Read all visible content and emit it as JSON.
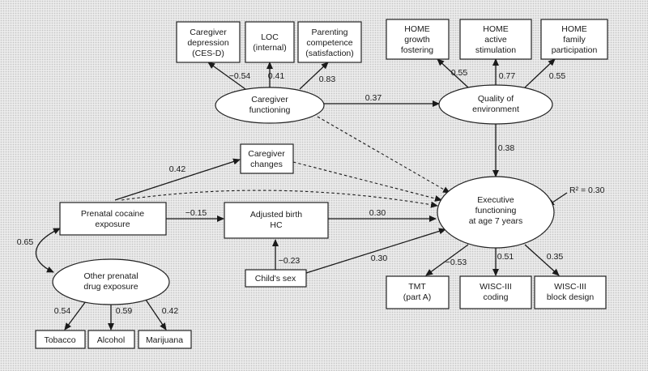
{
  "nodes": {
    "cg_depression": [
      "Caregiver",
      "depression",
      "(CES-D)"
    ],
    "loc": [
      "LOC",
      "(internal)"
    ],
    "parenting_competence": [
      "Parenting",
      "competence",
      "(satisfaction)"
    ],
    "home_growth": [
      "HOME",
      "growth",
      "fostering"
    ],
    "home_active": [
      "HOME",
      "active",
      "stimulation"
    ],
    "home_family": [
      "HOME",
      "family",
      "participation"
    ],
    "caregiver_functioning": [
      "Caregiver",
      "functioning"
    ],
    "quality_environment": [
      "Quality of",
      "environment"
    ],
    "caregiver_changes": [
      "Caregiver",
      "changes"
    ],
    "prenatal_cocaine": [
      "Prenatal cocaine",
      "exposure"
    ],
    "adjusted_birth_hc": [
      "Adjusted birth",
      "HC"
    ],
    "executive_functioning": [
      "Executive",
      "functioning",
      "at age 7 years"
    ],
    "other_prenatal": [
      "Other prenatal",
      "drug exposure"
    ],
    "childs_sex": [
      "Child's sex"
    ],
    "tmt": [
      "TMT",
      "(part A)"
    ],
    "wisc_coding": [
      "WISC-III",
      "coding"
    ],
    "wisc_block": [
      "WISC-III",
      "block design"
    ],
    "tobacco": [
      "Tobacco"
    ],
    "alcohol": [
      "Alcohol"
    ],
    "marijuana": [
      "Marijuana"
    ]
  },
  "coefficients": {
    "cg_to_depression": "−0.54",
    "cg_to_loc": "0.41",
    "cg_to_parenting": "0.83",
    "qe_to_growth": "0.55",
    "qe_to_active": "0.77",
    "qe_to_family": "0.55",
    "cg_to_qe": "0.37",
    "qe_to_ef": "0.38",
    "cocaine_to_changes": "0.42",
    "cocaine_to_hc": "−0.15",
    "hc_to_ef": "0.30",
    "sex_to_hc": "−0.23",
    "sex_to_ef": "0.30",
    "cocaine_other_corr": "0.65",
    "ef_to_tmt": "−0.53",
    "ef_to_coding": "0.51",
    "ef_to_block": "0.35",
    "other_to_tobacco": "0.54",
    "other_to_alcohol": "0.59",
    "other_to_marijuana": "0.42"
  },
  "r_squared": "R² = 0.30"
}
